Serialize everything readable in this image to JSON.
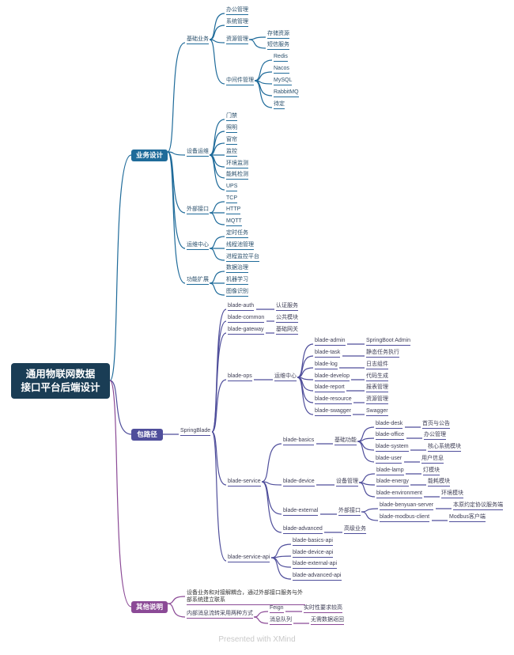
{
  "root": "通用物联网数据\n接口平台后端设计",
  "watermark": "Presented with XMind",
  "colors": {
    "blue": "#1f6b9a",
    "indigo": "#4f4e9b",
    "purple": "#8b4a96",
    "root": "#1a3d55"
  },
  "branches": {
    "business": "业务设计",
    "package": "包路径",
    "other": "其他说明"
  },
  "business": {
    "basic": {
      "label": "基础业务",
      "items": [
        "办公管理",
        "系统管理"
      ],
      "resource": {
        "label": "资源管理",
        "items": [
          "存储资源",
          "短信服务"
        ]
      },
      "middleware": {
        "label": "中间件管理",
        "items": [
          "Redis",
          "Nacos",
          "MySQL",
          "RabbitMQ",
          "待定"
        ]
      }
    },
    "ops": {
      "label": "设备运维",
      "items": [
        "门禁",
        "照明",
        "窗帘",
        "监控",
        "环境监测",
        "能耗检测",
        "UPS"
      ]
    },
    "ext": {
      "label": "外部接口",
      "items": [
        "TCP",
        "HTTP",
        "MQTT"
      ]
    },
    "center": {
      "label": "运维中心",
      "items": [
        "定时任务",
        "线程池管理",
        "进程监控平台"
      ]
    },
    "expand": {
      "label": "功能扩展",
      "items": [
        "数据治理",
        "机器学习",
        "图像识别"
      ]
    }
  },
  "package": {
    "label": "SpringBlade",
    "auth": {
      "name": "blade-auth",
      "desc": "认证服务"
    },
    "common": {
      "name": "blade-common",
      "desc": "公共模块"
    },
    "gateway": {
      "name": "blade-gateway",
      "desc": "基础网关"
    },
    "ops": {
      "name": "blade-ops",
      "desc": "运维中心",
      "children": [
        {
          "name": "blade-admin",
          "desc": "SpringBoot Admin"
        },
        {
          "name": "blade-task",
          "desc": "静态任务执行"
        },
        {
          "name": "blade-log",
          "desc": "日志组件"
        },
        {
          "name": "blade-develop",
          "desc": "代码生成"
        },
        {
          "name": "blade-report",
          "desc": "报表管理"
        },
        {
          "name": "blade-resource",
          "desc": "资源管理"
        },
        {
          "name": "blade-swagger",
          "desc": "Swagger"
        }
      ]
    },
    "service": {
      "name": "blade-service",
      "basics": {
        "name": "blade-basics",
        "desc": "基础功能",
        "children": [
          {
            "name": "blade-desk",
            "desc": "首页与公告"
          },
          {
            "name": "blade-office",
            "desc": "办公管理"
          },
          {
            "name": "blade-system",
            "desc": "核心系统模块"
          },
          {
            "name": "blade-user",
            "desc": "用户信息"
          }
        ]
      },
      "device": {
        "name": "blade-device",
        "desc": "设备管理",
        "children": [
          {
            "name": "blade-lamp",
            "desc": "灯模块"
          },
          {
            "name": "blade-energy",
            "desc": "能耗模块"
          },
          {
            "name": "blade-environment",
            "desc": "环境模块"
          }
        ]
      },
      "external": {
        "name": "blade-external",
        "desc": "外部接口",
        "children": [
          {
            "name": "blade-benyuan-server",
            "desc": "本原约定协议服务端"
          },
          {
            "name": "blade-modbus-client",
            "desc": "Modbus客户端"
          }
        ]
      },
      "advanced": {
        "name": "blade-advanced",
        "desc": "高级业务"
      }
    },
    "service_api": {
      "name": "blade-service-api",
      "items": [
        "blade-basics-api",
        "blade-device-api",
        "blade-external-api",
        "blade-advanced-api"
      ]
    }
  },
  "other": {
    "note1": "设备业务和对接解耦合，通过外部接口服务与外部系统建立联系",
    "note2": "内部消息流转采用两种方式",
    "feign": {
      "name": "Feign",
      "desc": "实时性要求较高"
    },
    "mq": {
      "name": "消息队列",
      "desc": "无需数据返回"
    }
  }
}
